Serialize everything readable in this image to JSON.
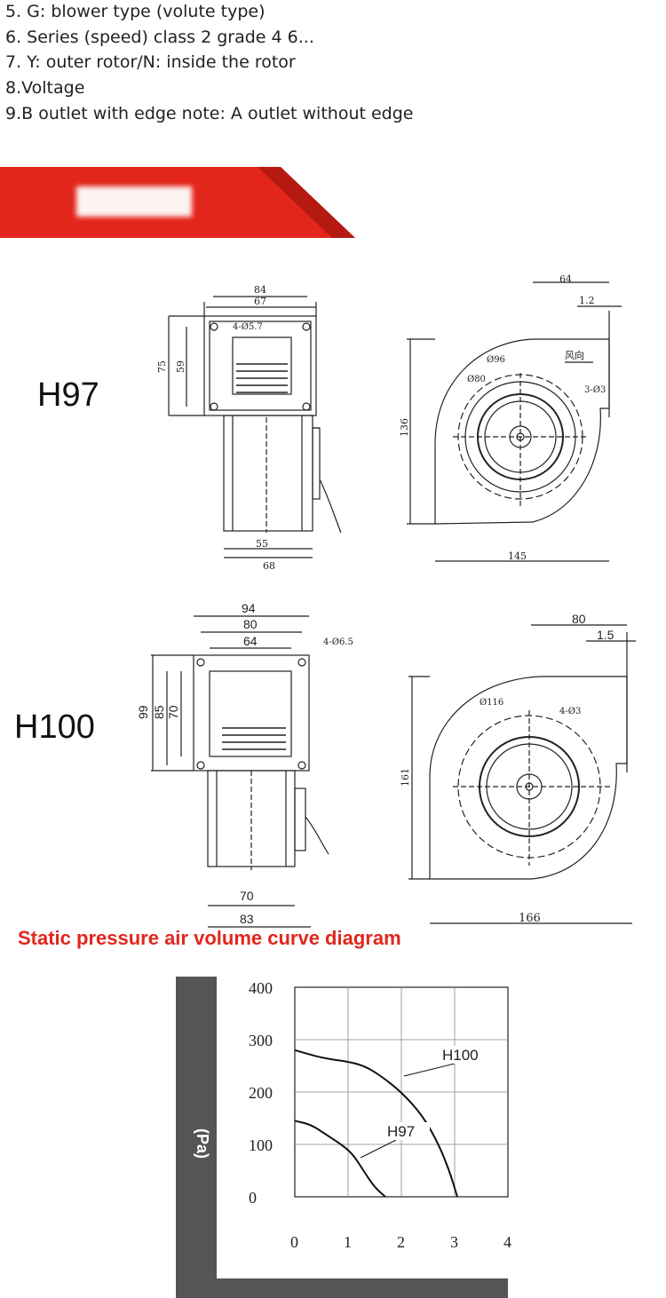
{
  "specs": [
    "5. G: blower type (volute type)",
    "6. Series (speed) class 2 grade 4 6...",
    "7. Y: outer rotor/N: inside the rotor",
    "8.Voltage",
    "9.B outlet with edge note: A outlet without edge"
  ],
  "colors": {
    "banner_red": "#e3261c",
    "banner_dark": "#b51a12",
    "title_red": "#e1261c",
    "axis_gray": "#555555"
  },
  "models": {
    "h97": {
      "label": "H97",
      "front": {
        "w_outer": "84",
        "w_inner": "67",
        "holes": "4-Ø5.7",
        "h_outer": "75",
        "h_inner": "59",
        "base1": "55",
        "base2": "68"
      },
      "side": {
        "outlet": "64",
        "flange": "1.2",
        "d1": "Ø96",
        "d2": "Ø80",
        "air_dir": "风向",
        "screws": "3-Ø3",
        "height": "136",
        "width": "145"
      }
    },
    "h100": {
      "label": "H100",
      "front": {
        "w1": "94",
        "w2": "80",
        "w3": "64",
        "holes": "4-Ø6.5",
        "h1": "99",
        "h2": "85",
        "h3": "70",
        "base1": "70",
        "base2": "83"
      },
      "side": {
        "outlet": "80",
        "flange": "1.5",
        "d1": "Ø116",
        "screws": "4-Ø3",
        "height": "161",
        "width": "166"
      }
    }
  },
  "chart_title": "Static pressure air volume curve diagram",
  "chart_data": {
    "type": "line",
    "xlabel": "",
    "ylabel": "(Pa)",
    "xlim": [
      0,
      4
    ],
    "ylim": [
      0,
      400
    ],
    "x_ticks": [
      "0",
      "1",
      "2",
      "3",
      "4"
    ],
    "y_ticks": [
      "400",
      "300",
      "200",
      "100",
      "0"
    ],
    "grid": true,
    "series": [
      {
        "name": "H100",
        "points": [
          [
            0,
            280
          ],
          [
            0.5,
            265
          ],
          [
            1,
            258
          ],
          [
            1.3,
            250
          ],
          [
            1.6,
            232
          ],
          [
            2.0,
            200
          ],
          [
            2.4,
            155
          ],
          [
            2.7,
            100
          ],
          [
            2.9,
            50
          ],
          [
            3.05,
            0
          ]
        ]
      },
      {
        "name": "H97",
        "points": [
          [
            0,
            145
          ],
          [
            0.3,
            138
          ],
          [
            0.6,
            118
          ],
          [
            0.9,
            98
          ],
          [
            1.1,
            80
          ],
          [
            1.3,
            48
          ],
          [
            1.5,
            18
          ],
          [
            1.7,
            0
          ]
        ]
      }
    ]
  }
}
